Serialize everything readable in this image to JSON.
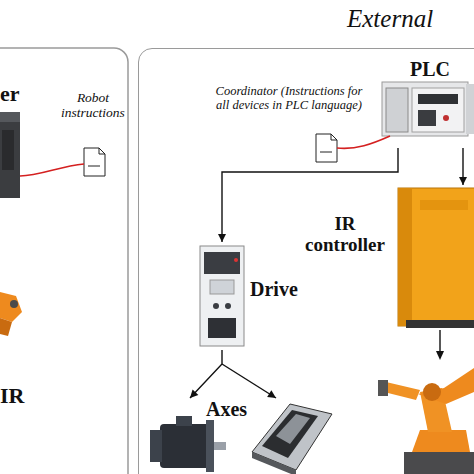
{
  "diagram": {
    "nodes": [
      {
        "text": [
          "External"
        ]
      },
      {
        "text": [
          "PLC"
        ],
        "in": 0
      },
      {
        "text": [
          "Drive"
        ],
        "in": 0
      },
      {
        "text": [
          "IR controller"
        ],
        "in": 0
      },
      {
        "text": [
          "Axes"
        ],
        "in": 0
      }
    ],
    "edges": [
      {
        "from": 1,
        "to": 2,
        "arrow": "to"
      },
      {
        "from": 1,
        "to": 3,
        "arrow": "to"
      },
      {
        "from": 2,
        "to": 4,
        "arrow": "to"
      }
    ],
    "labels": [
      "er",
      "Robot instructions",
      "IR",
      "Coordinator (Instructions for all devices in PLC language)"
    ]
  }
}
